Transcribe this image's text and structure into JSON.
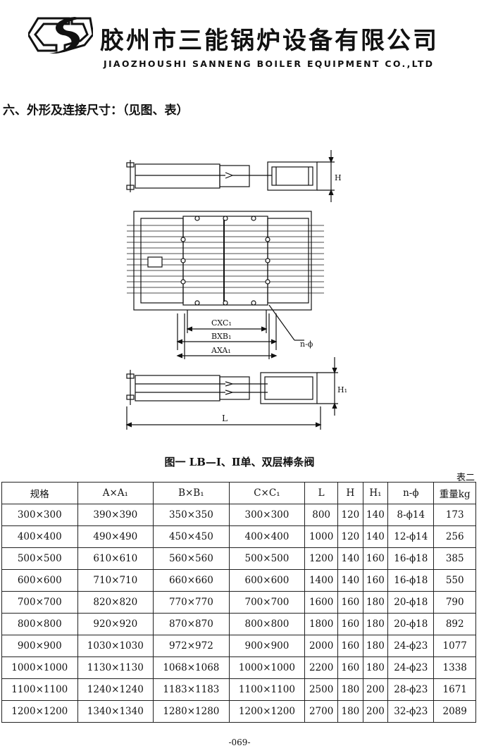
{
  "header": {
    "company_cn": "胶州市三能锅炉设备有限公司",
    "company_en": "JIAOZHOUSHI SANNENG BOILER EQUIPMENT CO.,LTD",
    "logo_icon": "sanneng-logo-icon"
  },
  "section_title": "六、外形及连接尺寸：（见图、表）",
  "drawing": {
    "label_h": "H",
    "label_h1": "H₁",
    "label_cxc1": "CXC₁",
    "label_bxb1": "BXB₁",
    "label_axa1": "AXA₁",
    "label_n_phi": "n-ϕ",
    "label_l": "L"
  },
  "figure_caption": "图一 LB—Ⅰ、Ⅱ单、双层棒条阀",
  "table_label": "表二",
  "table": {
    "headers": [
      "规格",
      "A×A₁",
      "B×B₁",
      "C×C₁",
      "L",
      "H",
      "H₁",
      "n-ϕ",
      "重量kg"
    ],
    "rows": [
      [
        "300×300",
        "390×390",
        "350×350",
        "300×300",
        "800",
        "120",
        "140",
        "8-ϕ14",
        "173"
      ],
      [
        "400×400",
        "490×490",
        "450×450",
        "400×400",
        "1000",
        "120",
        "140",
        "12-ϕ14",
        "256"
      ],
      [
        "500×500",
        "610×610",
        "560×560",
        "500×500",
        "1200",
        "140",
        "160",
        "16-ϕ18",
        "385"
      ],
      [
        "600×600",
        "710×710",
        "660×660",
        "600×600",
        "1400",
        "140",
        "160",
        "16-ϕ18",
        "550"
      ],
      [
        "700×700",
        "820×820",
        "770×770",
        "700×700",
        "1600",
        "160",
        "180",
        "20-ϕ18",
        "790"
      ],
      [
        "800×800",
        "920×920",
        "870×870",
        "800×800",
        "1800",
        "160",
        "180",
        "20-ϕ18",
        "892"
      ],
      [
        "900×900",
        "1030×1030",
        "972×972",
        "900×900",
        "2000",
        "160",
        "180",
        "24-ϕ23",
        "1077"
      ],
      [
        "1000×1000",
        "1130×1130",
        "1068×1068",
        "1000×1000",
        "2200",
        "160",
        "180",
        "24-ϕ23",
        "1338"
      ],
      [
        "1100×1100",
        "1240×1240",
        "1183×1183",
        "1100×1100",
        "2500",
        "180",
        "200",
        "28-ϕ23",
        "1671"
      ],
      [
        "1200×1200",
        "1340×1340",
        "1280×1280",
        "1200×1200",
        "2700",
        "180",
        "200",
        "32-ϕ23",
        "2089"
      ]
    ]
  },
  "page_number": "-069-"
}
